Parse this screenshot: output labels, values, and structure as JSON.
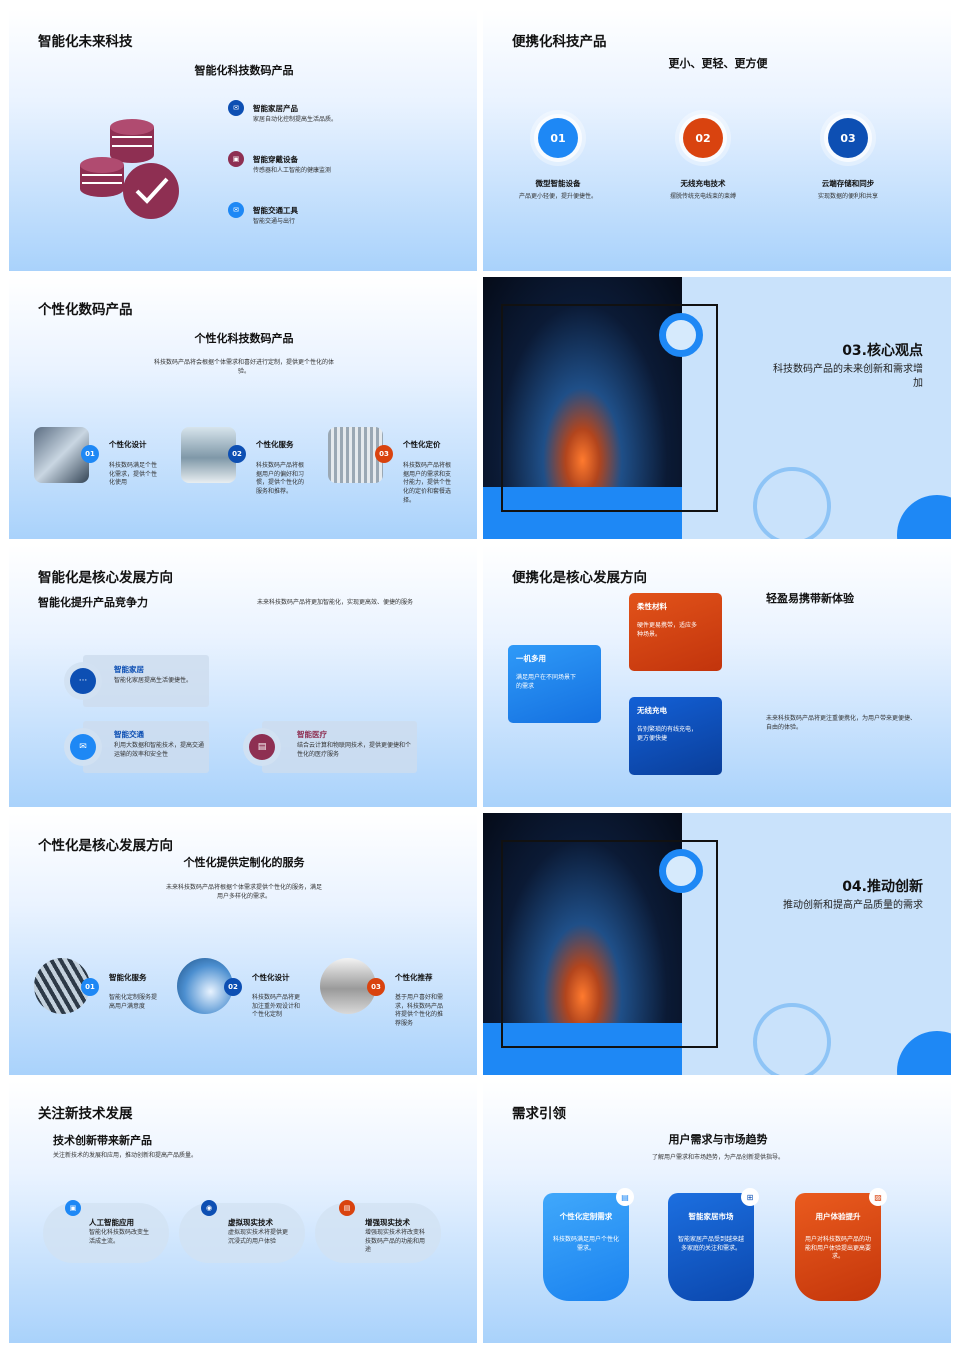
{
  "slide1": {
    "title": "智能化未来科技",
    "subtitle": "智能化科技数码产品",
    "items": [
      {
        "icon": "✉",
        "label": "智能家居产品",
        "desc": "家居自动化控制提高生活品质。"
      },
      {
        "icon": "▣",
        "label": "智能穿戴设备",
        "desc": "传感器和人工智能的健康监测"
      },
      {
        "icon": "✉",
        "label": "智能交通工具",
        "desc": "智能交通与出行"
      }
    ]
  },
  "slide2": {
    "title": "便携化科技产品",
    "subtitle": "更小、更轻、更方便",
    "items": [
      {
        "num": "01",
        "label": "微型智能设备",
        "desc": "产品更小轻便，提升便捷性。"
      },
      {
        "num": "02",
        "label": "无线充电技术",
        "desc": "摆脱传统充电线束的束缚"
      },
      {
        "num": "03",
        "label": "云端存储和同步",
        "desc": "实现数据的便利和共享"
      }
    ]
  },
  "slide3": {
    "title": "个性化数码产品",
    "subtitle": "个性化科技数码产品",
    "intro": "科技数码产品将会根据个体需求和喜好进行定制，提供更个性化的体验。",
    "items": [
      {
        "num": "01",
        "label": "个性化设计",
        "desc": "科技数码满足个性化需求，提供个性化使用"
      },
      {
        "num": "02",
        "label": "个性化服务",
        "desc": "科技数码产品将根据用户的偏好和习惯，提供个性化的服务和推荐。"
      },
      {
        "num": "03",
        "label": "个性化定价",
        "desc": "科技数码产品将根据用户的需求和支付能力，提供个性化的定价和套餐选择。"
      }
    ]
  },
  "slide4": {
    "heading": "03.核心观点",
    "text": "科技数码产品的未来创新和需求增加"
  },
  "slide5": {
    "title": "智能化是核心发展方向",
    "subtitle": "智能化提升产品竞争力",
    "intro": "未来科技数码产品将更加智能化，实现更高效、便捷的服务",
    "items": [
      {
        "icon": "···",
        "label": "智能家居",
        "desc": "智能化家居提高生活便捷性。"
      },
      {
        "icon": "✉",
        "label": "智能交通",
        "desc": "利用大数据和智能技术，提高交通运输的效率和安全性"
      },
      {
        "icon": "▤",
        "label": "智能医疗",
        "desc": "结合云计算和物联网技术，提供更便捷和个性化的医疗服务"
      }
    ]
  },
  "slide6": {
    "title": "便携化是核心发展方向",
    "subtitle": "轻盈易携带新体验",
    "text": "未来科技数码产品将更注重便携化，为用户带来更便捷、自由的体验。",
    "cards": [
      {
        "label": "柔性材料",
        "desc": "硬件更易携带，适应多种场景。"
      },
      {
        "label": "一机多用",
        "desc": "满足用户在不同场景下的需求"
      },
      {
        "label": "无线充电",
        "desc": "告别繁琐的有线充电，更方便快捷"
      }
    ]
  },
  "slide7": {
    "title": "个性化是核心发展方向",
    "subtitle": "个性化提供定制化的服务",
    "intro": "未来科技数码产品将根据个体需求提供个性化的服务，满足用户多样化的需求。",
    "items": [
      {
        "num": "01",
        "label": "智能化服务",
        "desc": "智能化定制服务提高用户满意度"
      },
      {
        "num": "02",
        "label": "个性化设计",
        "desc": "科技数码产品将更加注重外观设计和个性化定制"
      },
      {
        "num": "03",
        "label": "个性化推荐",
        "desc": "基于用户喜好和需求，科技数码产品将提供个性化的推荐服务"
      }
    ]
  },
  "slide8": {
    "heading": "04.推动创新",
    "text": "推动创新和提高产品质量的需求"
  },
  "slide9": {
    "title": "关注新技术发展",
    "subtitle": "技术创新带来新产品",
    "intro": "关注新技术的发展和应用，推动创新和提高产品质量。",
    "items": [
      {
        "icon": "▣",
        "label": "人工智能应用",
        "desc": "智能化科技数码改变生活成主流。"
      },
      {
        "icon": "◉",
        "label": "虚拟现实技术",
        "desc": "虚拟现实技术将提供更沉浸式的用户体验"
      },
      {
        "icon": "▤",
        "label": "增强现实技术",
        "desc": "增强现实技术将改变科技数码产品的功能和用途"
      }
    ]
  },
  "slide10": {
    "title": "需求引领",
    "subtitle": "用户需求与市场趋势",
    "intro": "了解用户需求和市场趋势，为产品创新提供指导。",
    "items": [
      {
        "icon": "▤",
        "label": "个性化定制需求",
        "desc": "科技数码满足用户个性化需求。"
      },
      {
        "icon": "⊞",
        "label": "智能家居市场",
        "desc": "智能家居产品受到越来越多家庭的关注和需求。"
      },
      {
        "icon": "▨",
        "label": "用户体验提升",
        "desc": "用户对科技数码产品的功能和用户体验提出更高要求。"
      }
    ]
  },
  "colors": {
    "blue": "#1e88f5",
    "dark_blue": "#0d4fb3",
    "orange_red": "#d9430f",
    "plum": "#8e2f52"
  }
}
